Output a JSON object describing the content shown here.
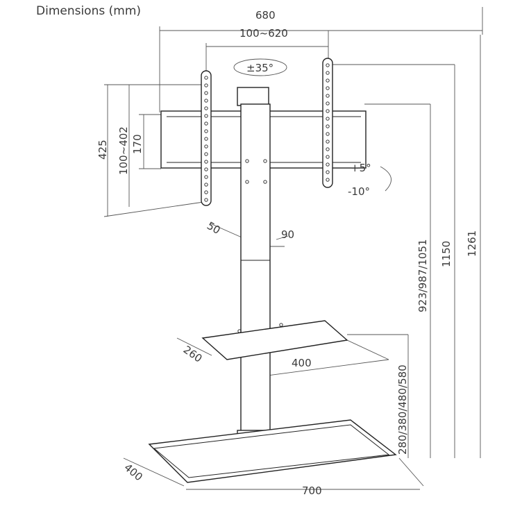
{
  "title": "Dimensions (mm)",
  "dimensions": {
    "overall_width": "680",
    "bracket_spacing": "100~620",
    "swivel": "±35°",
    "bracket_height": "425",
    "vesa_vertical": "100~402",
    "rail_height": "170",
    "tilt_up": "+5°",
    "tilt_down": "-10°",
    "column_depth": "50",
    "column_width": "90",
    "mount_heights": "923/987/1051",
    "height_1150": "1150",
    "height_1261": "1261",
    "shelf_depth": "260",
    "shelf_width": "400",
    "shelf_heights": "280/380/480/580",
    "base_depth": "400",
    "base_width": "700"
  },
  "colors": {
    "line": "#222222",
    "dimension": "#555555",
    "text": "#3a3a3a"
  }
}
